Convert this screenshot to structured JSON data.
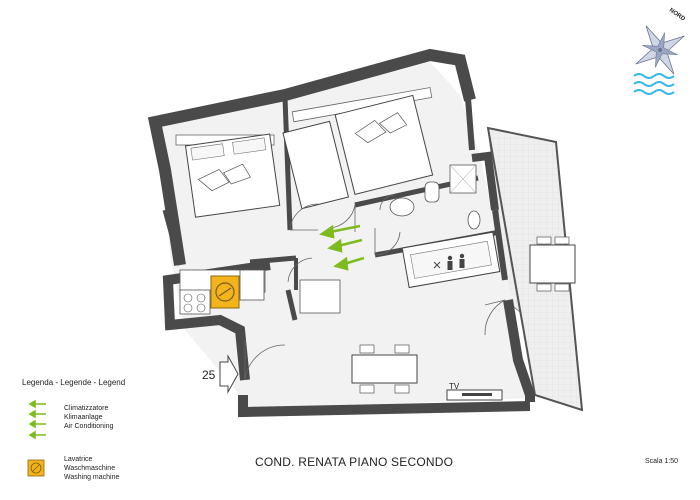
{
  "legend": {
    "title": "Legenda - Legende - Legend",
    "aircon_lines": [
      "Climatizzatore",
      "Klimaanlage",
      "Air Conditioning"
    ],
    "washer_lines": [
      "Lavatrice",
      "Waschmaschine",
      "Washing machine"
    ]
  },
  "plan_title": "COND. RENATA PIANO SECONDO",
  "scale": "Scala 1:50",
  "entrance_number": "25",
  "tv_label": "TV",
  "compass_label": "NORD",
  "colors": {
    "wall": "#4a4a4a",
    "floor": "#eeeeee",
    "aircon_arrow": "#7dbb1f",
    "washer": "#f3b31a"
  },
  "icons": [
    "compass-rose-icon",
    "sea-waves-icon",
    "aircon-arrow-icon",
    "washing-machine-icon",
    "entrance-arrow-icon"
  ]
}
